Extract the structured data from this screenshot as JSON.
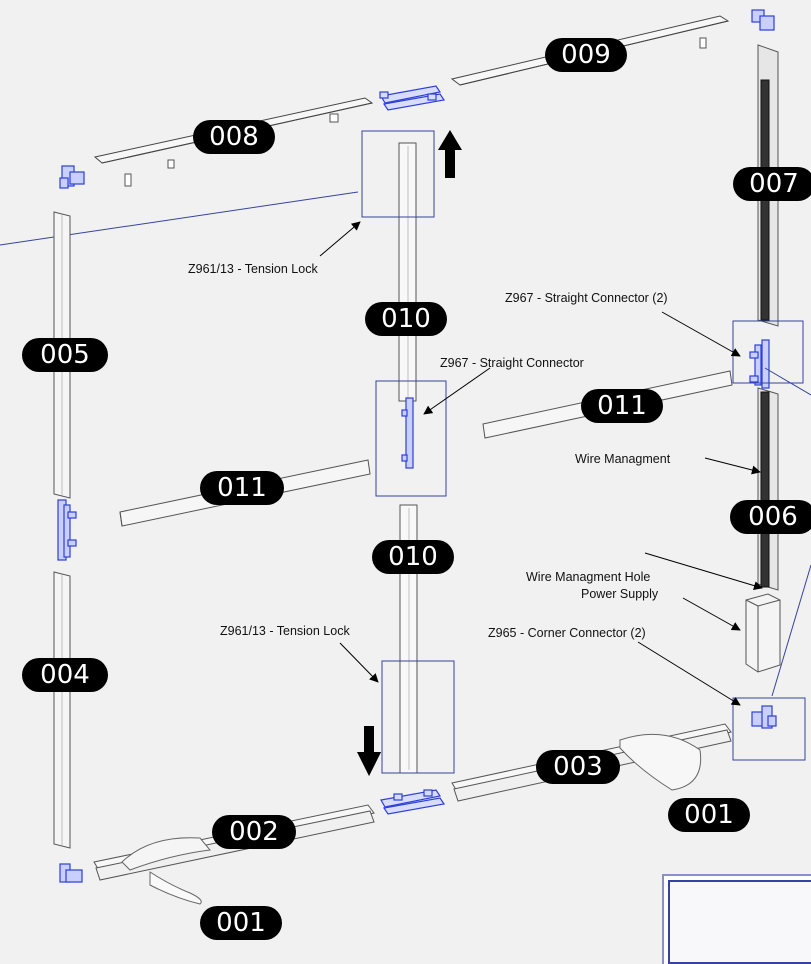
{
  "part_numbers": {
    "p001_left": "001",
    "p001_right": "001",
    "p002": "002",
    "p003": "003",
    "p004": "004",
    "p005": "005",
    "p006": "006",
    "p007": "007",
    "p008": "008",
    "p009": "009",
    "p010_upper": "010",
    "p010_lower": "010",
    "p011_left": "011",
    "p011_right": "011"
  },
  "callouts": {
    "tension_lock_upper": "Z961/13 -  Tension Lock",
    "tension_lock_lower": "Z961/13 -  Tension Lock",
    "straight_connector_center": "Z967 - Straight Connector",
    "straight_connector_right": "Z967 - Straight Connector (2)",
    "wire_management": "Wire Managment",
    "wire_management_hole": "Wire Managment Hole",
    "power_supply": "Power Supply",
    "corner_connector": "Z965 - Corner Connector (2)"
  },
  "colors": {
    "background": "#f1f1f1",
    "highlight_blue": "#3742a0",
    "connector_blue": "#2d3fd6",
    "label_black": "#000000"
  }
}
